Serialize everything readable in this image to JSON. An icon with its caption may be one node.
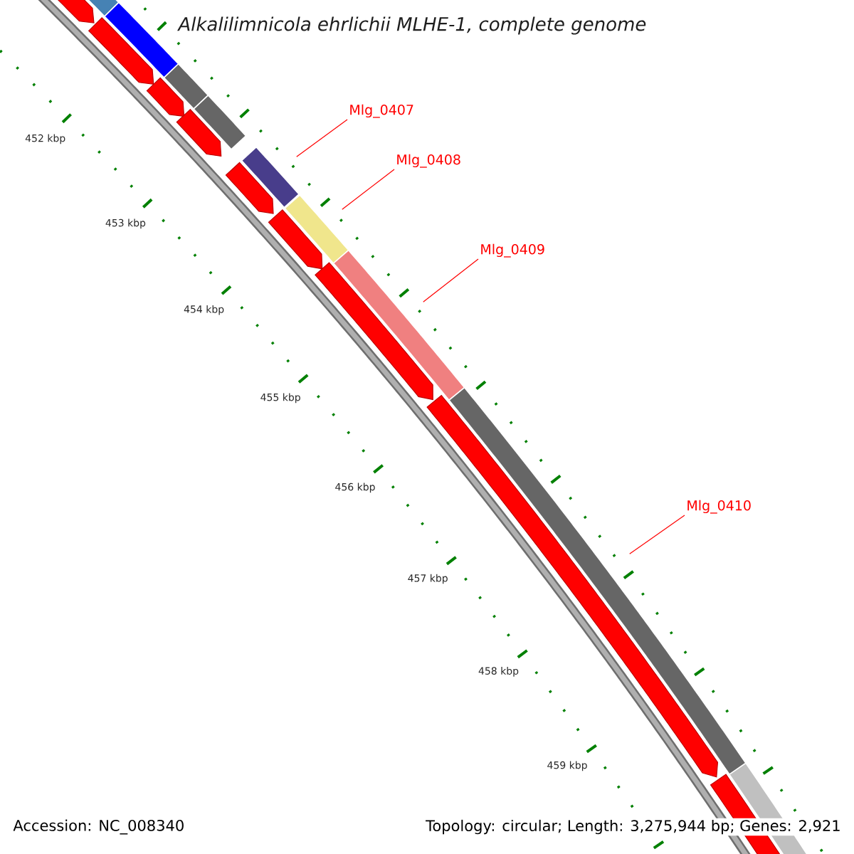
{
  "diagram": {
    "title": "Alkalilimnicola ehrlichii MLHE-1, complete genome",
    "nodes": [
      {
        "text": [
          "Mlg_0407"
        ]
      },
      {
        "text": [],
        "shape": "bar"
      },
      {
        "text": [
          "Mlg_0408"
        ]
      },
      {
        "text": [],
        "shape": "bar"
      },
      {
        "text": [
          "Mlg_0409"
        ]
      },
      {
        "text": [],
        "shape": "bar"
      },
      {
        "text": [
          "Mlg_0410"
        ]
      },
      {
        "text": [],
        "shape": "bar"
      }
    ],
    "edges": [
      {
        "from": 0,
        "to": 1,
        "arrow": "none"
      },
      {
        "from": 2,
        "to": 3,
        "arrow": "none"
      },
      {
        "from": 4,
        "to": 5,
        "arrow": "none"
      },
      {
        "from": 6,
        "to": 7,
        "arrow": "none"
      }
    ],
    "labels": [
      "452 kbp",
      "453 kbp",
      "454 kbp",
      "455 kbp",
      "456 kbp",
      "457 kbp",
      "458 kbp",
      "459 kbp",
      "Accession: NC_008340",
      "Topology: circular; Length: 3,275,944 bp; Genes: 2,921"
    ]
  }
}
